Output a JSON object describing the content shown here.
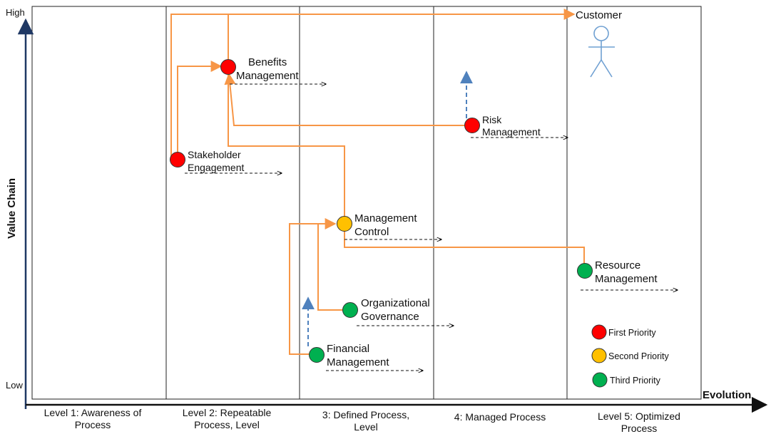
{
  "axes": {
    "y_title": "Value Chain",
    "y_high": "High",
    "y_low": "Low",
    "x_title": "Evolution"
  },
  "levels": [
    {
      "line1": "Level 1: Awareness  of",
      "line2": "Process"
    },
    {
      "line1": "Level 2: Repeatable",
      "line2": "Process, Level"
    },
    {
      "line1": "3: Defined Process,",
      "line2": "Level"
    },
    {
      "line1": "4: Managed  Process",
      "line2": ""
    },
    {
      "line1": "Level 5: Optimized",
      "line2": "Process"
    }
  ],
  "customer": {
    "label": "Customer",
    "icon": "stick-figure-icon"
  },
  "nodes": {
    "benefits": {
      "line1": "Benefits",
      "line2": "Management",
      "priority": "first"
    },
    "risk": {
      "line1": "Risk",
      "line2": "Management",
      "priority": "first"
    },
    "stakeholder": {
      "line1": "Stakeholder",
      "line2": "Engagement",
      "priority": "first"
    },
    "control": {
      "line1": "Management",
      "line2": "Control",
      "priority": "second"
    },
    "resource": {
      "line1": "Resource",
      "line2": "Management",
      "priority": "third"
    },
    "governance": {
      "line1": "Organizational",
      "line2": "Governance",
      "priority": "third"
    },
    "financial": {
      "line1": "Financial",
      "line2": "Management",
      "priority": "third"
    }
  },
  "legend": [
    {
      "label": "First Priority",
      "color": "#ff0000"
    },
    {
      "label": "Second Priority",
      "color": "#ffc000"
    },
    {
      "label": "Third Priority",
      "color": "#00b050"
    }
  ],
  "colors": {
    "first": "#ff0000",
    "second": "#ffc000",
    "third": "#00b050",
    "connector": "#f79646",
    "axis": "#1f3864",
    "evolution_hint": "#4f81bd"
  }
}
